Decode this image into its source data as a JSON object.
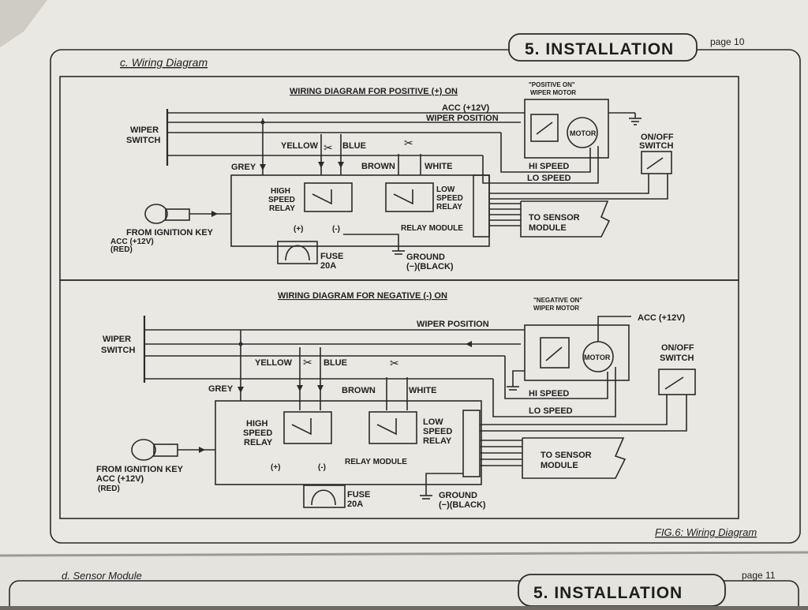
{
  "page1": {
    "section_title": "5. INSTALLATION",
    "page_number": "page 10",
    "subsection": "c. Wiring Diagram",
    "figure_caption": "FIG.6: Wiring Diagram"
  },
  "positive": {
    "title": "WIRING DIAGRAM FOR POSITIVE (+) ON",
    "motor_caption_1": "\"POSITIVE ON\"",
    "motor_caption_2": "WIPER MOTOR",
    "motor": "MOTOR",
    "acc": "ACC  (+12V)",
    "wiper_position": "WIPER  POSITION",
    "wiper_switch_1": "WIPER",
    "wiper_switch_2": "SWITCH",
    "yellow": "YELLOW",
    "blue": "BLUE",
    "brown": "BROWN",
    "white": "WHITE",
    "grey": "GREY",
    "hi_speed": "HI SPEED",
    "lo_speed": "LO SPEED",
    "onoff_1": "ON/OFF",
    "onoff_2": "SWITCH",
    "high_relay_1": "HIGH",
    "high_relay_2": "SPEED",
    "high_relay_3": "RELAY",
    "low_relay_1": "LOW",
    "low_relay_2": "SPEED",
    "low_relay_3": "RELAY",
    "relay_module": "RELAY MODULE",
    "sensor_1": "TO  SENSOR",
    "sensor_2": "MODULE",
    "ignition_1": "FROM  IGNITION  KEY",
    "ignition_2": "ACC  (+12V)",
    "ignition_3": "(RED)",
    "plus": "(+)",
    "minus": "(-)",
    "fuse_1": "FUSE",
    "fuse_2": "20A",
    "ground_1": "GROUND",
    "ground_2": "(−)(BLACK)"
  },
  "negative": {
    "title": "WIRING DIAGRAM FOR NEGATIVE (-) ON",
    "motor_caption_1": "\"NEGATIVE ON\"",
    "motor_caption_2": "WIPER MOTOR",
    "motor": "MOTOR",
    "acc": "ACC  (+12V)",
    "wiper_position": "WIPER  POSITION",
    "wiper_switch_1": "WIPER",
    "wiper_switch_2": "SWITCH",
    "yellow": "YELLOW",
    "blue": "BLUE",
    "brown": "BROWN",
    "white": "WHITE",
    "grey": "GREY",
    "hi_speed": "HI  SPEED",
    "lo_speed": "LO  SPEED",
    "onoff_1": "ON/OFF",
    "onoff_2": "SWITCH",
    "high_relay_1": "HIGH",
    "high_relay_2": "SPEED",
    "high_relay_3": "RELAY",
    "low_relay_1": "LOW",
    "low_relay_2": "SPEED",
    "low_relay_3": "RELAY",
    "relay_module": "RELAY MODULE",
    "sensor_1": "TO  SENSOR",
    "sensor_2": "MODULE",
    "ignition_1": "FROM  IGNITION  KEY",
    "ignition_2": "ACC  (+12V)",
    "ignition_3": "(RED)",
    "plus": "(+)",
    "minus": "(-)",
    "fuse_1": "FUSE",
    "fuse_2": "20A",
    "ground_1": "GROUND",
    "ground_2": "(−)(BLACK)"
  },
  "page2": {
    "subsection": "d. Sensor Module",
    "page_number": "page 11",
    "section_title": "5. INSTALLATION"
  },
  "colors": {
    "paper": "#e9e8e3",
    "ink": "#2a2a2a",
    "background": "#6f6a63"
  }
}
